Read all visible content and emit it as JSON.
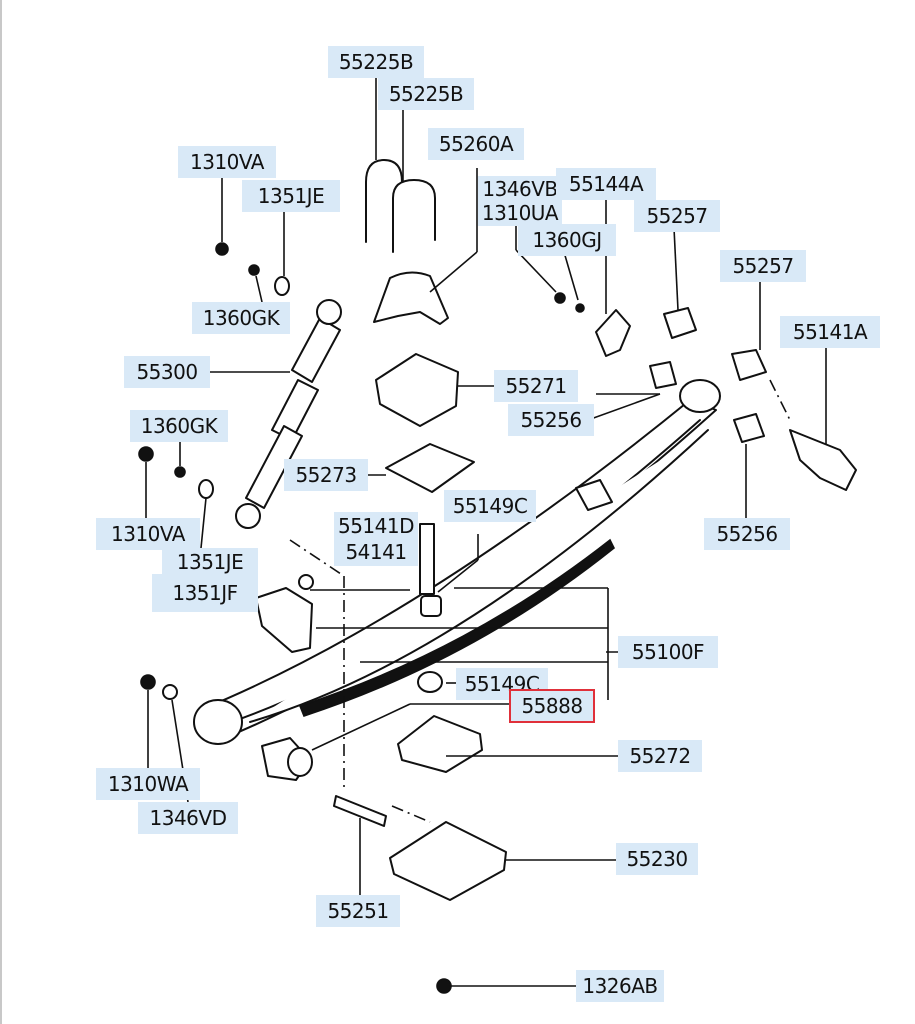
{
  "diagram": {
    "highlight_color": "#e0303a",
    "callout_color": "#d9e9f7",
    "callouts": [
      {
        "id": "c1",
        "label": "55225B"
      },
      {
        "id": "c2",
        "label": "55225B"
      },
      {
        "id": "c3",
        "label": "55260A"
      },
      {
        "id": "c4",
        "label": "1310VA"
      },
      {
        "id": "c5",
        "label": "1351JE"
      },
      {
        "id": "c6",
        "label": "1346VB"
      },
      {
        "id": "c7",
        "label": "1310UA"
      },
      {
        "id": "c8",
        "label": "55144A"
      },
      {
        "id": "c9",
        "label": "55257"
      },
      {
        "id": "c10",
        "label": "1360GJ"
      },
      {
        "id": "c11",
        "label": "55257"
      },
      {
        "id": "c12",
        "label": "1360GK"
      },
      {
        "id": "c13",
        "label": "55141A"
      },
      {
        "id": "c14",
        "label": "55300"
      },
      {
        "id": "c15",
        "label": "55271"
      },
      {
        "id": "c16",
        "label": "55256"
      },
      {
        "id": "c17",
        "label": "1360GK"
      },
      {
        "id": "c18",
        "label": "55273"
      },
      {
        "id": "c19",
        "label": "55149C"
      },
      {
        "id": "c20",
        "label": "55141D"
      },
      {
        "id": "c21",
        "label": "54141"
      },
      {
        "id": "c22",
        "label": "1310VA"
      },
      {
        "id": "c23",
        "label": "55256"
      },
      {
        "id": "c24",
        "label": "1351JE"
      },
      {
        "id": "c25",
        "label": "1351JF"
      },
      {
        "id": "c26",
        "label": "55100F"
      },
      {
        "id": "c27",
        "label": "55149C"
      },
      {
        "id": "c28",
        "label": "55888",
        "highlighted": true
      },
      {
        "id": "c29",
        "label": "55272"
      },
      {
        "id": "c30",
        "label": "1310WA"
      },
      {
        "id": "c31",
        "label": "1346VD"
      },
      {
        "id": "c32",
        "label": "55230"
      },
      {
        "id": "c33",
        "label": "55251"
      },
      {
        "id": "c34",
        "label": "1326AB"
      }
    ]
  }
}
